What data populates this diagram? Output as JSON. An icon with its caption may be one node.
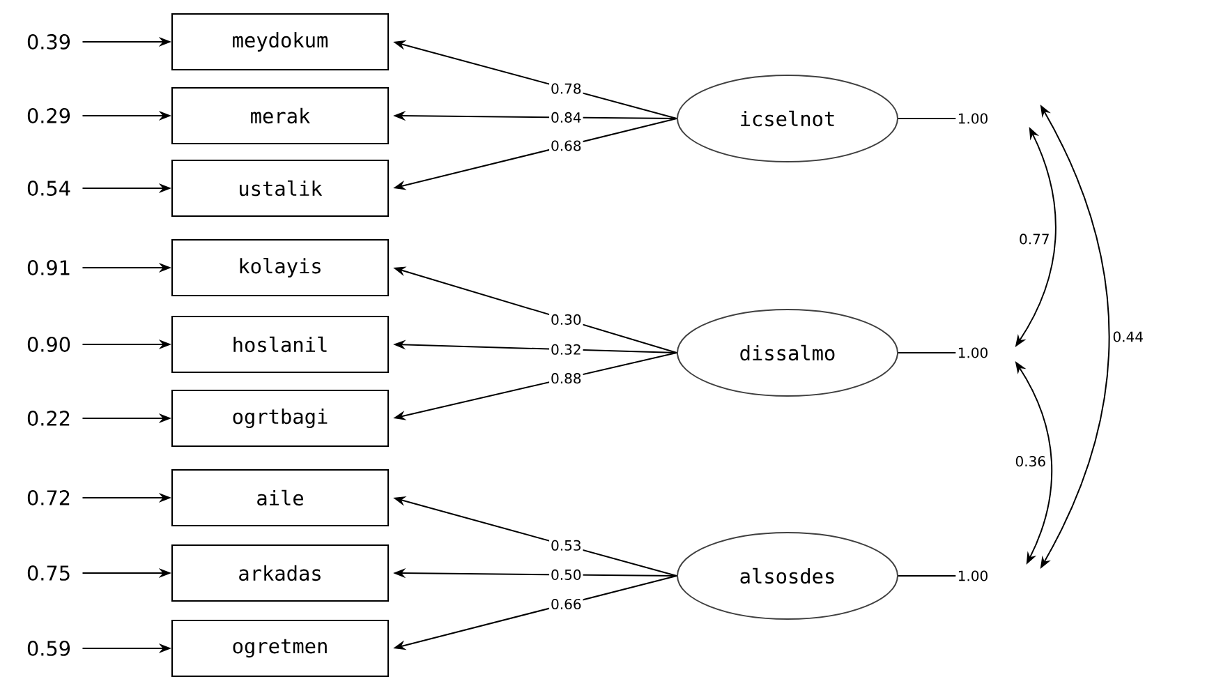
{
  "diagram": {
    "nodes": [
      {
        "text": [
          "0.39"
        ]
      },
      {
        "text": [
          "0.29"
        ]
      },
      {
        "text": [
          "0.54"
        ]
      },
      {
        "text": [
          "0.91"
        ]
      },
      {
        "text": [
          "0.90"
        ]
      },
      {
        "text": [
          "0.22"
        ]
      },
      {
        "text": [
          "0.72"
        ]
      },
      {
        "text": [
          "0.75"
        ]
      },
      {
        "text": [
          "0.59"
        ]
      },
      {
        "text": [
          "meydokum"
        ]
      },
      {
        "text": [
          "merak"
        ]
      },
      {
        "text": [
          "ustalik"
        ]
      },
      {
        "text": [
          "kolayis"
        ]
      },
      {
        "text": [
          "hoslanil"
        ]
      },
      {
        "text": [
          "ogrtbagi"
        ]
      },
      {
        "text": [
          "aile"
        ]
      },
      {
        "text": [
          "arkadas"
        ]
      },
      {
        "text": [
          "ogretmen"
        ]
      },
      {
        "text": [
          "icselnot"
        ]
      },
      {
        "text": [
          "dissalmo"
        ]
      },
      {
        "text": [
          "alsosdes"
        ]
      },
      {
        "text": [
          "1.00"
        ]
      },
      {
        "text": [
          "1.00"
        ]
      },
      {
        "text": [
          "1.00"
        ]
      }
    ],
    "edges": [
      {
        "from": 0,
        "to": 9,
        "arrow": "to"
      },
      {
        "from": 1,
        "to": 10,
        "arrow": "to"
      },
      {
        "from": 2,
        "to": 11,
        "arrow": "to"
      },
      {
        "from": 3,
        "to": 12,
        "arrow": "to"
      },
      {
        "from": 4,
        "to": 13,
        "arrow": "to"
      },
      {
        "from": 5,
        "to": 14,
        "arrow": "to"
      },
      {
        "from": 6,
        "to": 15,
        "arrow": "to"
      },
      {
        "from": 7,
        "to": 16,
        "arrow": "to"
      },
      {
        "from": 8,
        "to": 17,
        "arrow": "to"
      },
      {
        "from": 18,
        "to": 9,
        "arrow": "to",
        "label": "0.78"
      },
      {
        "from": 18,
        "to": 10,
        "arrow": "to",
        "label": "0.84"
      },
      {
        "from": 18,
        "to": 11,
        "arrow": "to",
        "label": "0.68"
      },
      {
        "from": 19,
        "to": 12,
        "arrow": "to",
        "label": "0.30"
      },
      {
        "from": 19,
        "to": 13,
        "arrow": "to",
        "label": "0.32"
      },
      {
        "from": 19,
        "to": 14,
        "arrow": "to",
        "label": "0.88"
      },
      {
        "from": 20,
        "to": 15,
        "arrow": "to",
        "label": "0.53"
      },
      {
        "from": 20,
        "to": 16,
        "arrow": "to",
        "label": "0.50"
      },
      {
        "from": 20,
        "to": 17,
        "arrow": "to",
        "label": "0.66"
      },
      {
        "from": 18,
        "to": 21,
        "arrow": "none"
      },
      {
        "from": 19,
        "to": 22,
        "arrow": "none"
      },
      {
        "from": 20,
        "to": 23,
        "arrow": "none"
      },
      {
        "from": 21,
        "to": 22,
        "arrow": "both",
        "label": "0.77"
      },
      {
        "from": 22,
        "to": 23,
        "arrow": "both",
        "label": "0.36"
      },
      {
        "from": 21,
        "to": 23,
        "arrow": "both",
        "label": "0.44"
      }
    ]
  }
}
